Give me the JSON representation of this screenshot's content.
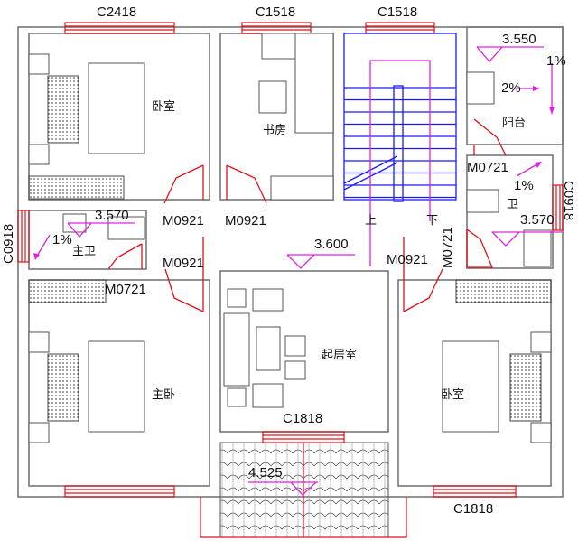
{
  "windows": {
    "top_left": "C2418",
    "top_study": "C1518",
    "top_stair": "C1518",
    "left_bath": "C0918",
    "right_bath": "C0918",
    "living": "C1818",
    "bottom_right": "C1818"
  },
  "doors": {
    "bedroom_top": "M0921",
    "study": "M0921",
    "master_bedroom": "M0921",
    "master_bath": "M0721",
    "right_bedroom": "M0921",
    "bath_right_vertical": "M0721",
    "bath_balcony": "M0721"
  },
  "rooms": {
    "bedroom_top_left": "卧室",
    "study": "书房",
    "balcony": "阳台",
    "bath_right": "卫",
    "master_bath": "主卫",
    "master_bedroom": "主卧",
    "living_room": "起居室",
    "bedroom_right": "卧室"
  },
  "stair": {
    "up": "上",
    "down": "下"
  },
  "elevations": {
    "balcony": "3.550",
    "master_bath": "3.570",
    "bath_right": "3.570",
    "corridor": "3.600",
    "porch": "4.525"
  },
  "slopes": {
    "balcony_drain": "1%",
    "balcony_floor": "2%",
    "bath_right": "1%",
    "master_bath": "1%"
  },
  "colors": {
    "wall": "#777777",
    "window_door": "#e0101a",
    "stair": "#1a1aff",
    "annotation": "#e020e0"
  }
}
